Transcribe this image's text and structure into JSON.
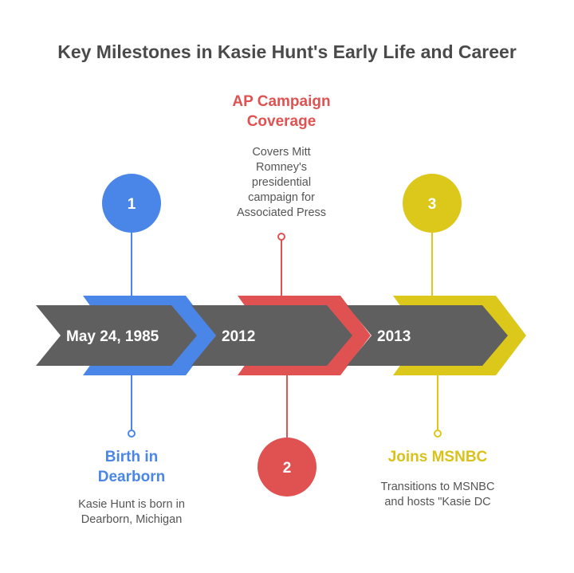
{
  "title": "Key Milestones in Kasie Hunt's Early Life and Career",
  "colors": {
    "blue": "#4a86e8",
    "red": "#e05252",
    "yellow": "#dcc71b",
    "arrow_gray": "#5f5f5f"
  },
  "milestones": [
    {
      "number": "1",
      "date": "May 24, 1985",
      "heading": "Birth in Dearborn",
      "description": "Kasie Hunt is born in Dearborn, Michigan"
    },
    {
      "number": "2",
      "date": "2012",
      "heading": "AP Campaign Coverage",
      "description": "Covers Mitt Romney's presidential campaign for Associated Press"
    },
    {
      "number": "3",
      "date": "2013",
      "heading": "Joins MSNBC",
      "description": "Transitions to MSNBC and hosts \"Kasie DC"
    }
  ]
}
